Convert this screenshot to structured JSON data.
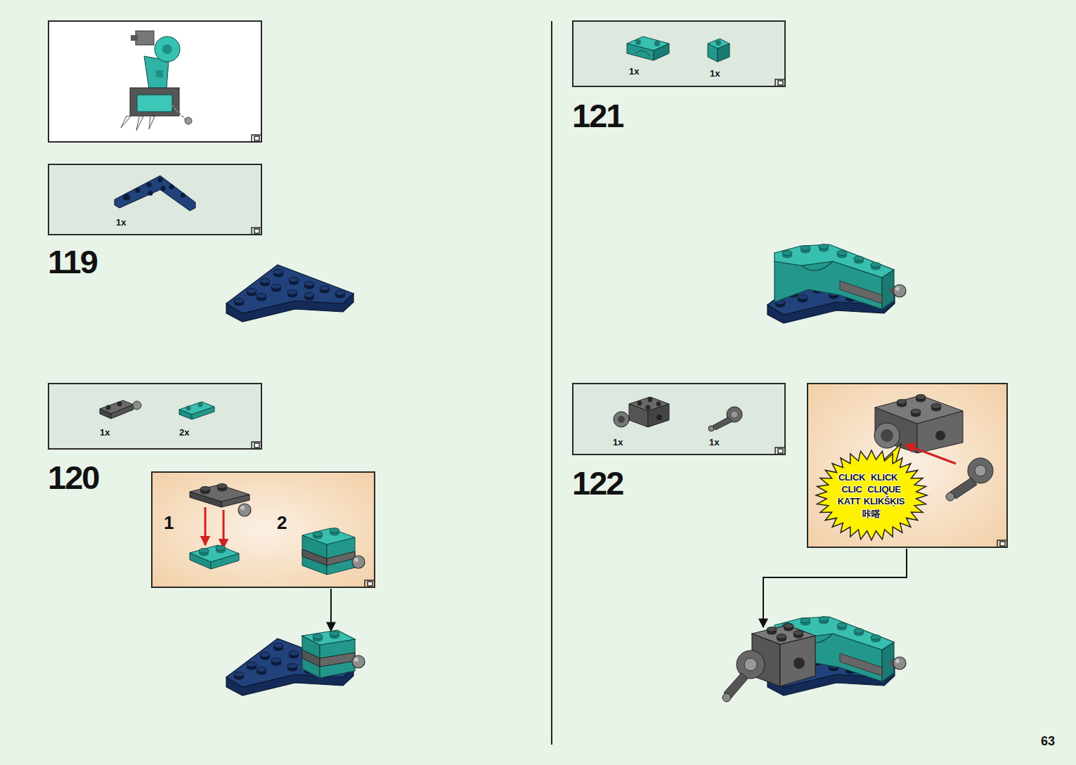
{
  "diagram": {
    "nodes": [
      {
        "text": [
          "1x"
        ]
      },
      {
        "text": [
          "1x",
          "2x"
        ]
      },
      {
        "text": [
          "1",
          "2"
        ]
      },
      {
        "text": [
          "1x",
          "1x"
        ]
      },
      {
        "text": [
          "1x",
          "1x"
        ]
      },
      {
        "text": [
          "CLICK",
          "KLICK",
          "CLIC",
          "CLIQUE",
          "KATT",
          "KLIKŠĶIS",
          "咔嗒"
        ]
      }
    ],
    "labels": [
      "119",
      "120",
      "121",
      "122",
      "63"
    ]
  }
}
